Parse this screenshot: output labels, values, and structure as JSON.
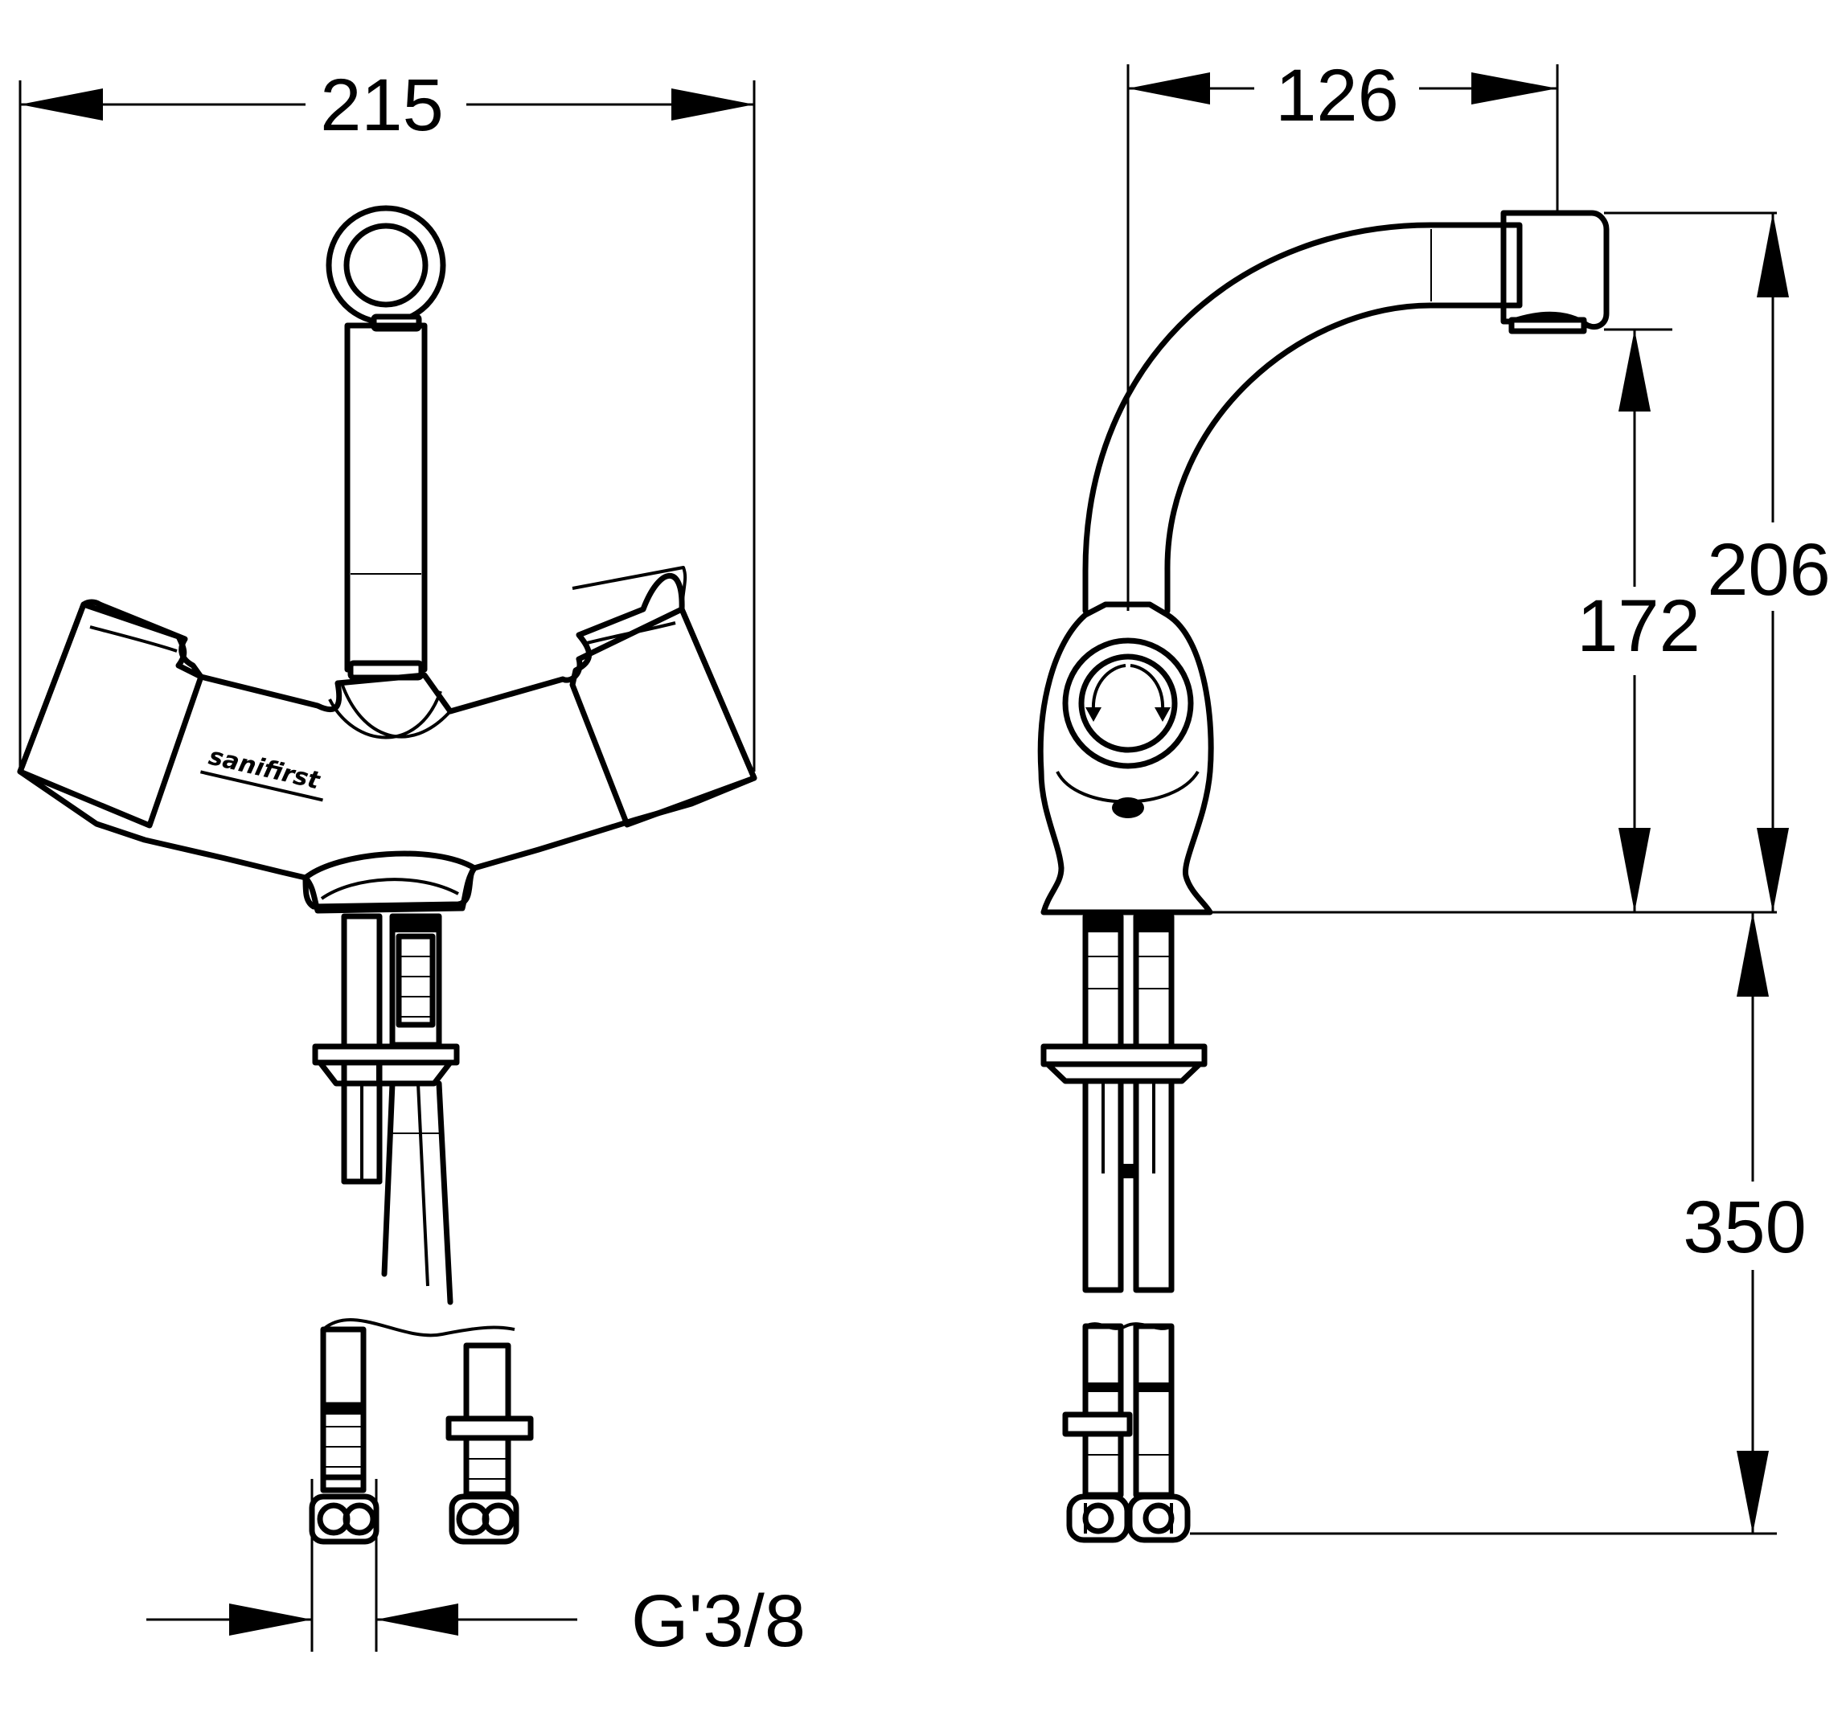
{
  "drawing": {
    "brand": "sanifirst",
    "dimensions": {
      "overall_width": "215",
      "spout_reach": "126",
      "total_height": "206",
      "spout_height": "172",
      "hose_length": "350",
      "connection_thread": "G'3/8"
    }
  }
}
